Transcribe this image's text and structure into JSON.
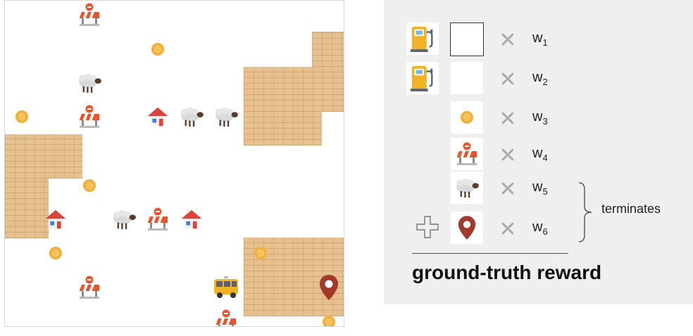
{
  "icons": {
    "fuel": "fuel-pump-icon",
    "barrier": "road-barrier-icon",
    "coin": "coin-icon",
    "sheep": "sheep-icon",
    "house": "house-icon",
    "van": "van-icon",
    "destination": "map-pin-icon",
    "brick": "brick-wall-tile",
    "multiply": "multiply-icon",
    "plus": "plus-icon"
  },
  "colors": {
    "brick": "#e7c08f",
    "coin": "#f4b63f",
    "barrier": "#e8542c",
    "pin": "#a23a2c",
    "house_roof": "#d9453b",
    "van": "#f0b323",
    "legend_bg": "#efefef"
  },
  "legend": {
    "rows": [
      {
        "weight_base": "w",
        "weight_sub": "1"
      },
      {
        "weight_base": "w",
        "weight_sub": "2"
      },
      {
        "weight_base": "w",
        "weight_sub": "3"
      },
      {
        "weight_base": "w",
        "weight_sub": "4"
      },
      {
        "weight_base": "w",
        "weight_sub": "5"
      },
      {
        "weight_base": "w",
        "weight_sub": "6"
      }
    ],
    "terminates_label": "terminates",
    "title": "ground-truth reward"
  }
}
